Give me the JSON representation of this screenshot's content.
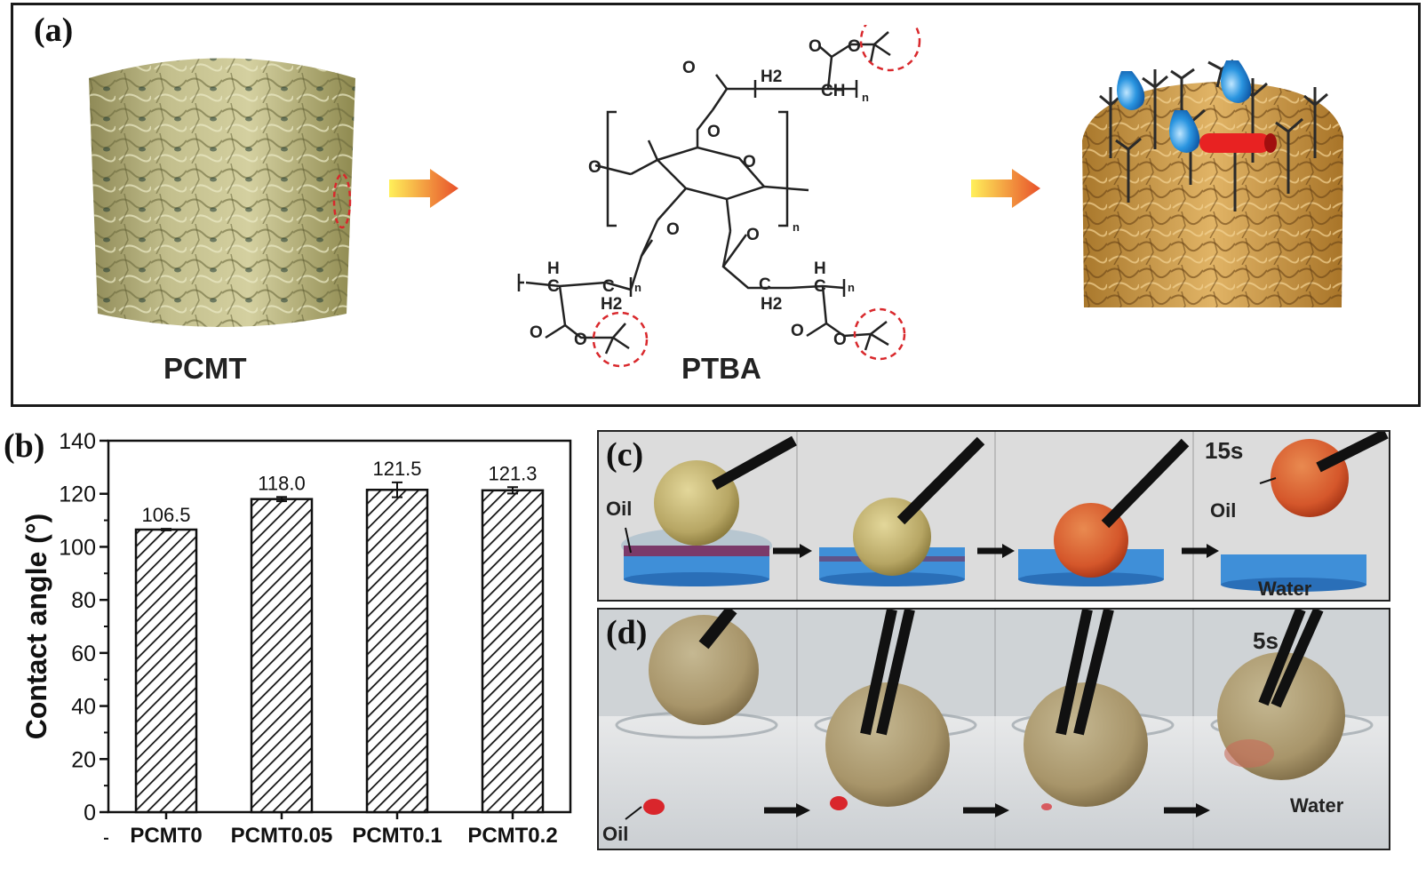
{
  "panel_a": {
    "label": "(a)",
    "pcmt_label": "PCMT",
    "ptba_label": "PTBA",
    "structure": {
      "h2": "H2",
      "ch": "CH",
      "h": "H",
      "c": "C",
      "o": "O",
      "n": "n"
    }
  },
  "panel_b": {
    "label": "(b)"
  },
  "chart_data": {
    "type": "bar",
    "title": "",
    "xlabel": "",
    "ylabel": "Contact angle (°)",
    "ylim": [
      0,
      140
    ],
    "yticks": [
      0,
      20,
      40,
      60,
      80,
      100,
      120,
      140
    ],
    "categories": [
      "PCMT0",
      "PCMT0.05",
      "PCMT0.1",
      "PCMT0.2"
    ],
    "values": [
      106.5,
      118.0,
      121.5,
      121.3
    ],
    "value_labels": [
      "106.5",
      "118.0",
      "121.5",
      "121.3"
    ],
    "errors": [
      0.3,
      0.8,
      2.8,
      1.2
    ],
    "bar_pattern": "diagonal-hatch",
    "grid": false
  },
  "panel_c": {
    "label": "(c)",
    "time": "15s",
    "oil_label_1": "Oil",
    "oil_label_2": "Oil",
    "water_label": "Water"
  },
  "panel_d": {
    "label": "(d)",
    "time": "5s",
    "oil_label": "Oil",
    "water_label": "Water"
  },
  "colors": {
    "foam_green": "#b7b17a",
    "foam_gold": "#c99a48",
    "water_blue": "#3f8fd8",
    "oil_red": "#d23a2a",
    "circle_red": "#d9282c",
    "arrow_orange": "#f08a1a"
  }
}
